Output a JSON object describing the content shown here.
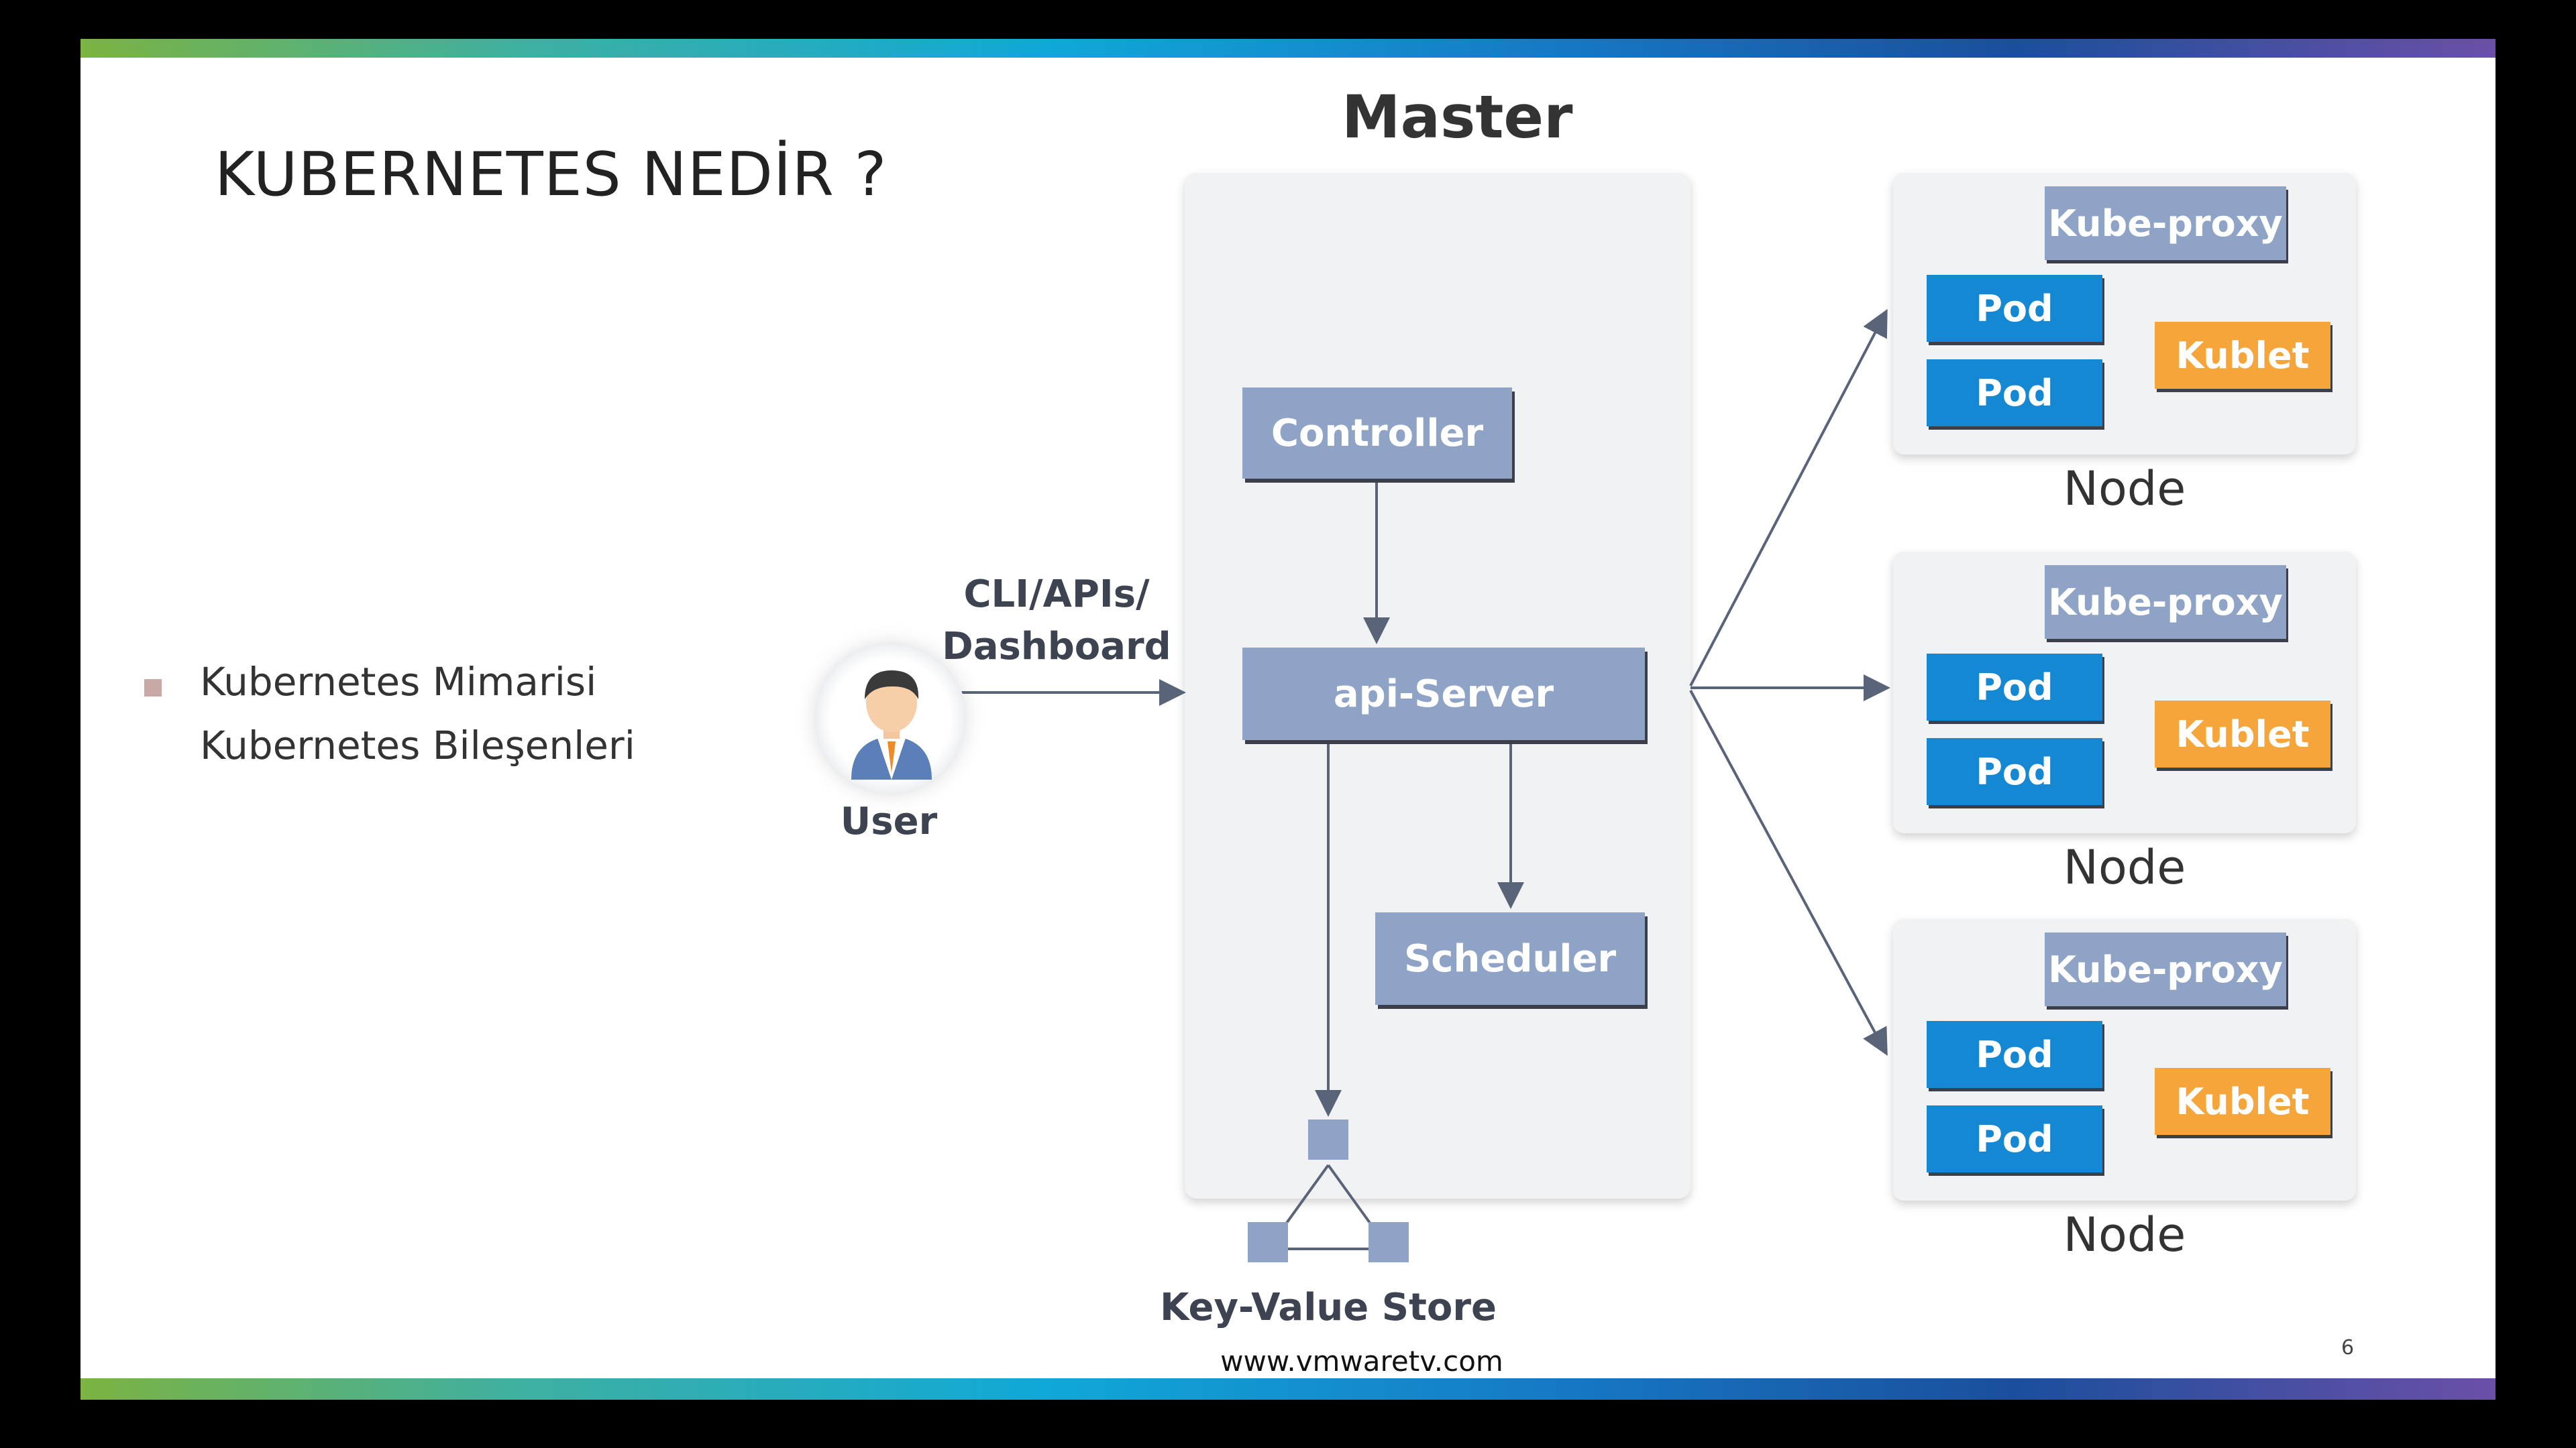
{
  "slide": {
    "title": "KUBERNETES NEDİR ?",
    "bullets": [
      "Kubernetes Mimarisi",
      "Kubernetes Bileşenleri"
    ],
    "page_number": "6",
    "footer_url": "www.vmwaretv.com"
  },
  "diagram": {
    "master_label": "Master",
    "user_label": "User",
    "cli_label_line1": "CLI/APIs/",
    "cli_label_line2": "Dashboard",
    "controller": "Controller",
    "api_server": "api-Server",
    "scheduler": "Scheduler",
    "kv_store": "Key-Value Store",
    "nodes": [
      {
        "label": "Node",
        "kube_proxy": "Kube-proxy",
        "pods": [
          "Pod",
          "Pod"
        ],
        "kublet": "Kublet"
      },
      {
        "label": "Node",
        "kube_proxy": "Kube-proxy",
        "pods": [
          "Pod",
          "Pod"
        ],
        "kublet": "Kublet"
      },
      {
        "label": "Node",
        "kube_proxy": "Kube-proxy",
        "pods": [
          "Pod",
          "Pod"
        ],
        "kublet": "Kublet"
      }
    ]
  },
  "colors": {
    "component_blue_gray": "#8fa3c6",
    "pod_blue": "#1588d3",
    "kublet_orange": "#f6a53a",
    "arrow": "#5a6478"
  }
}
